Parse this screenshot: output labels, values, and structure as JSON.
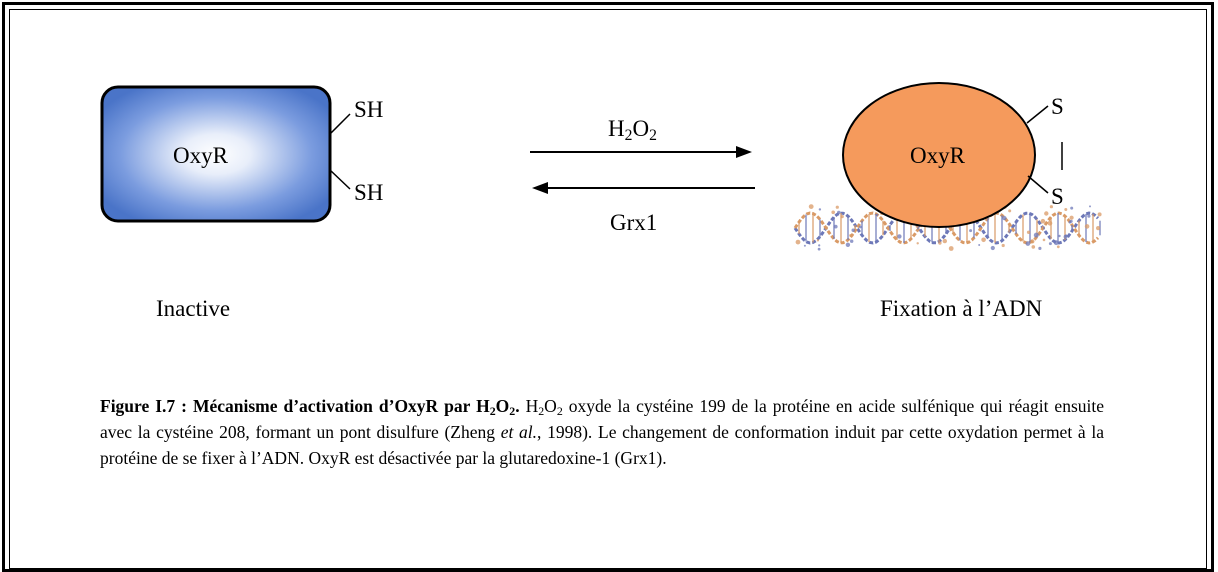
{
  "left_protein": {
    "label": "OxyR",
    "sh_top": "SH",
    "sh_bottom": "SH",
    "state": "Inactive"
  },
  "right_protein": {
    "label": "OxyR",
    "s_top": "S",
    "s_bottom": "S",
    "state": "Fixation à l’ADN"
  },
  "arrows": {
    "forward": {
      "main": "H",
      "sub1": "2",
      "mid": "O",
      "sub2": "2"
    },
    "reverse": "Grx1"
  },
  "caption": {
    "title_a": "Figure I.7 : Mécanisme d’activation d’OxyR par H",
    "title_sub1": "2",
    "title_b": "O",
    "title_sub2": "2",
    "title_c": ".",
    "body_a": " H",
    "body_sub1": "2",
    "body_b": "O",
    "body_sub2": "2",
    "body_c": " oxyde la cystéine 199 de la protéine en acide sulfénique qui réagit ensuite avec la cystéine 208, formant un pont disulfure (Zheng ",
    "body_italic": "et al.",
    "body_d": ", 1998). Le changement de conformation induit par cette oxydation permet à la protéine de se fixer à l’ADN. OxyR est désactivée par la glutaredoxine-1 (Grx1)."
  },
  "colors": {
    "rect_edge": "#4a74c8",
    "rect_center": "#ffffff",
    "ellipse_fill": "#f59a5c",
    "ellipse_edge": "#ec7a35",
    "dna_blue": "#6d78b8",
    "dna_orange": "#d99a66"
  }
}
